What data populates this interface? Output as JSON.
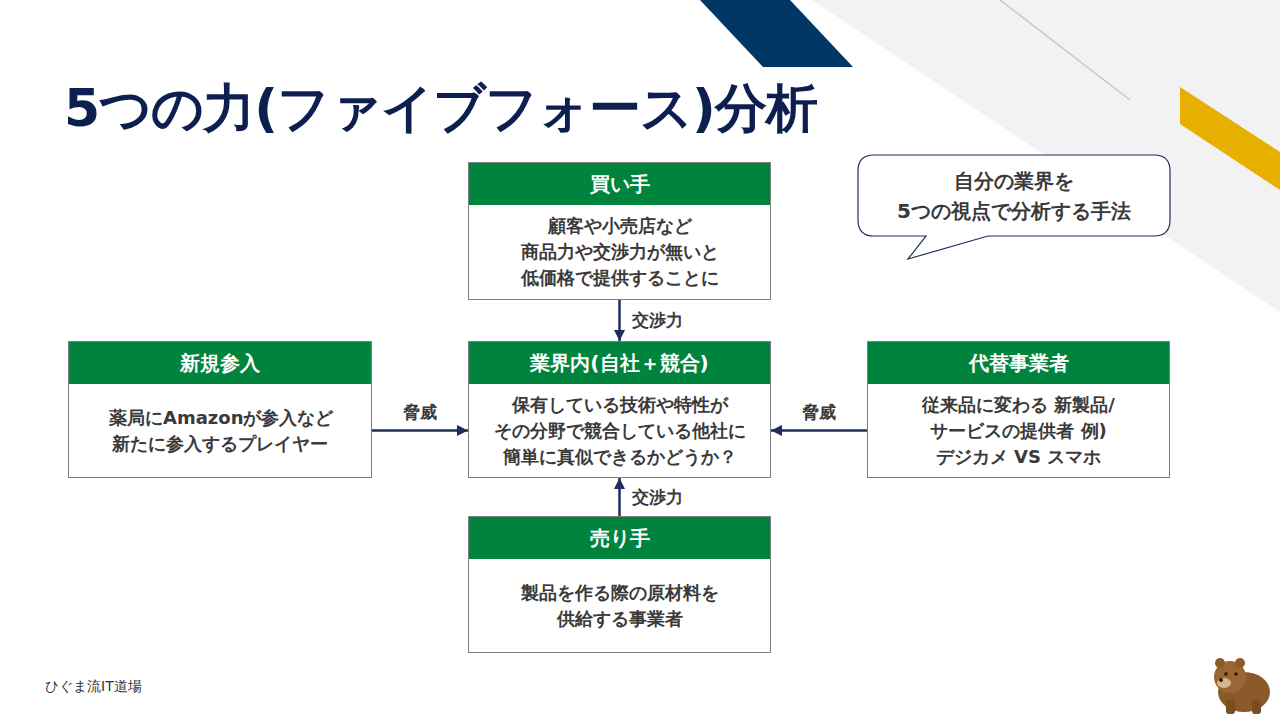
{
  "diagram": {
    "title": "5つの力(ファイブフォース)分析",
    "nodes": [
      {
        "text": [
          "買い手",
          "顧客や小売店など 商品力や交渉力が無いと 低価格で提供することに"
        ]
      },
      {
        "text": [
          "自分の業界を 5つの視点で分析する手法"
        ]
      },
      {
        "text": [
          "新規参入",
          "薬局にAmazonが参入など 新たに参入するプレイヤー"
        ]
      },
      {
        "text": [
          "業界内(自社＋競合)",
          "保有している技術や特性が その分野で競合している他社に 簡単に真似できるかどうか？"
        ]
      },
      {
        "text": [
          "代替事業者",
          "従来品に変わる 新製品/サービスの提供者 例) デジカメ VS スマホ"
        ]
      },
      {
        "text": [
          "売り手",
          "製品を作る際の原材料を 供給する事業者"
        ]
      }
    ],
    "edges": [
      {
        "from": 0,
        "to": 3,
        "arrow": "to",
        "label": "交渉力"
      },
      {
        "from": 2,
        "to": 3,
        "arrow": "to",
        "label": "脅威"
      },
      {
        "from": 4,
        "to": 3,
        "arrow": "to",
        "label": "脅威"
      },
      {
        "from": 5,
        "to": 3,
        "arrow": "to",
        "label": "交渉力"
      }
    ],
    "labels": [
      "ひぐま流IT道場"
    ]
  }
}
